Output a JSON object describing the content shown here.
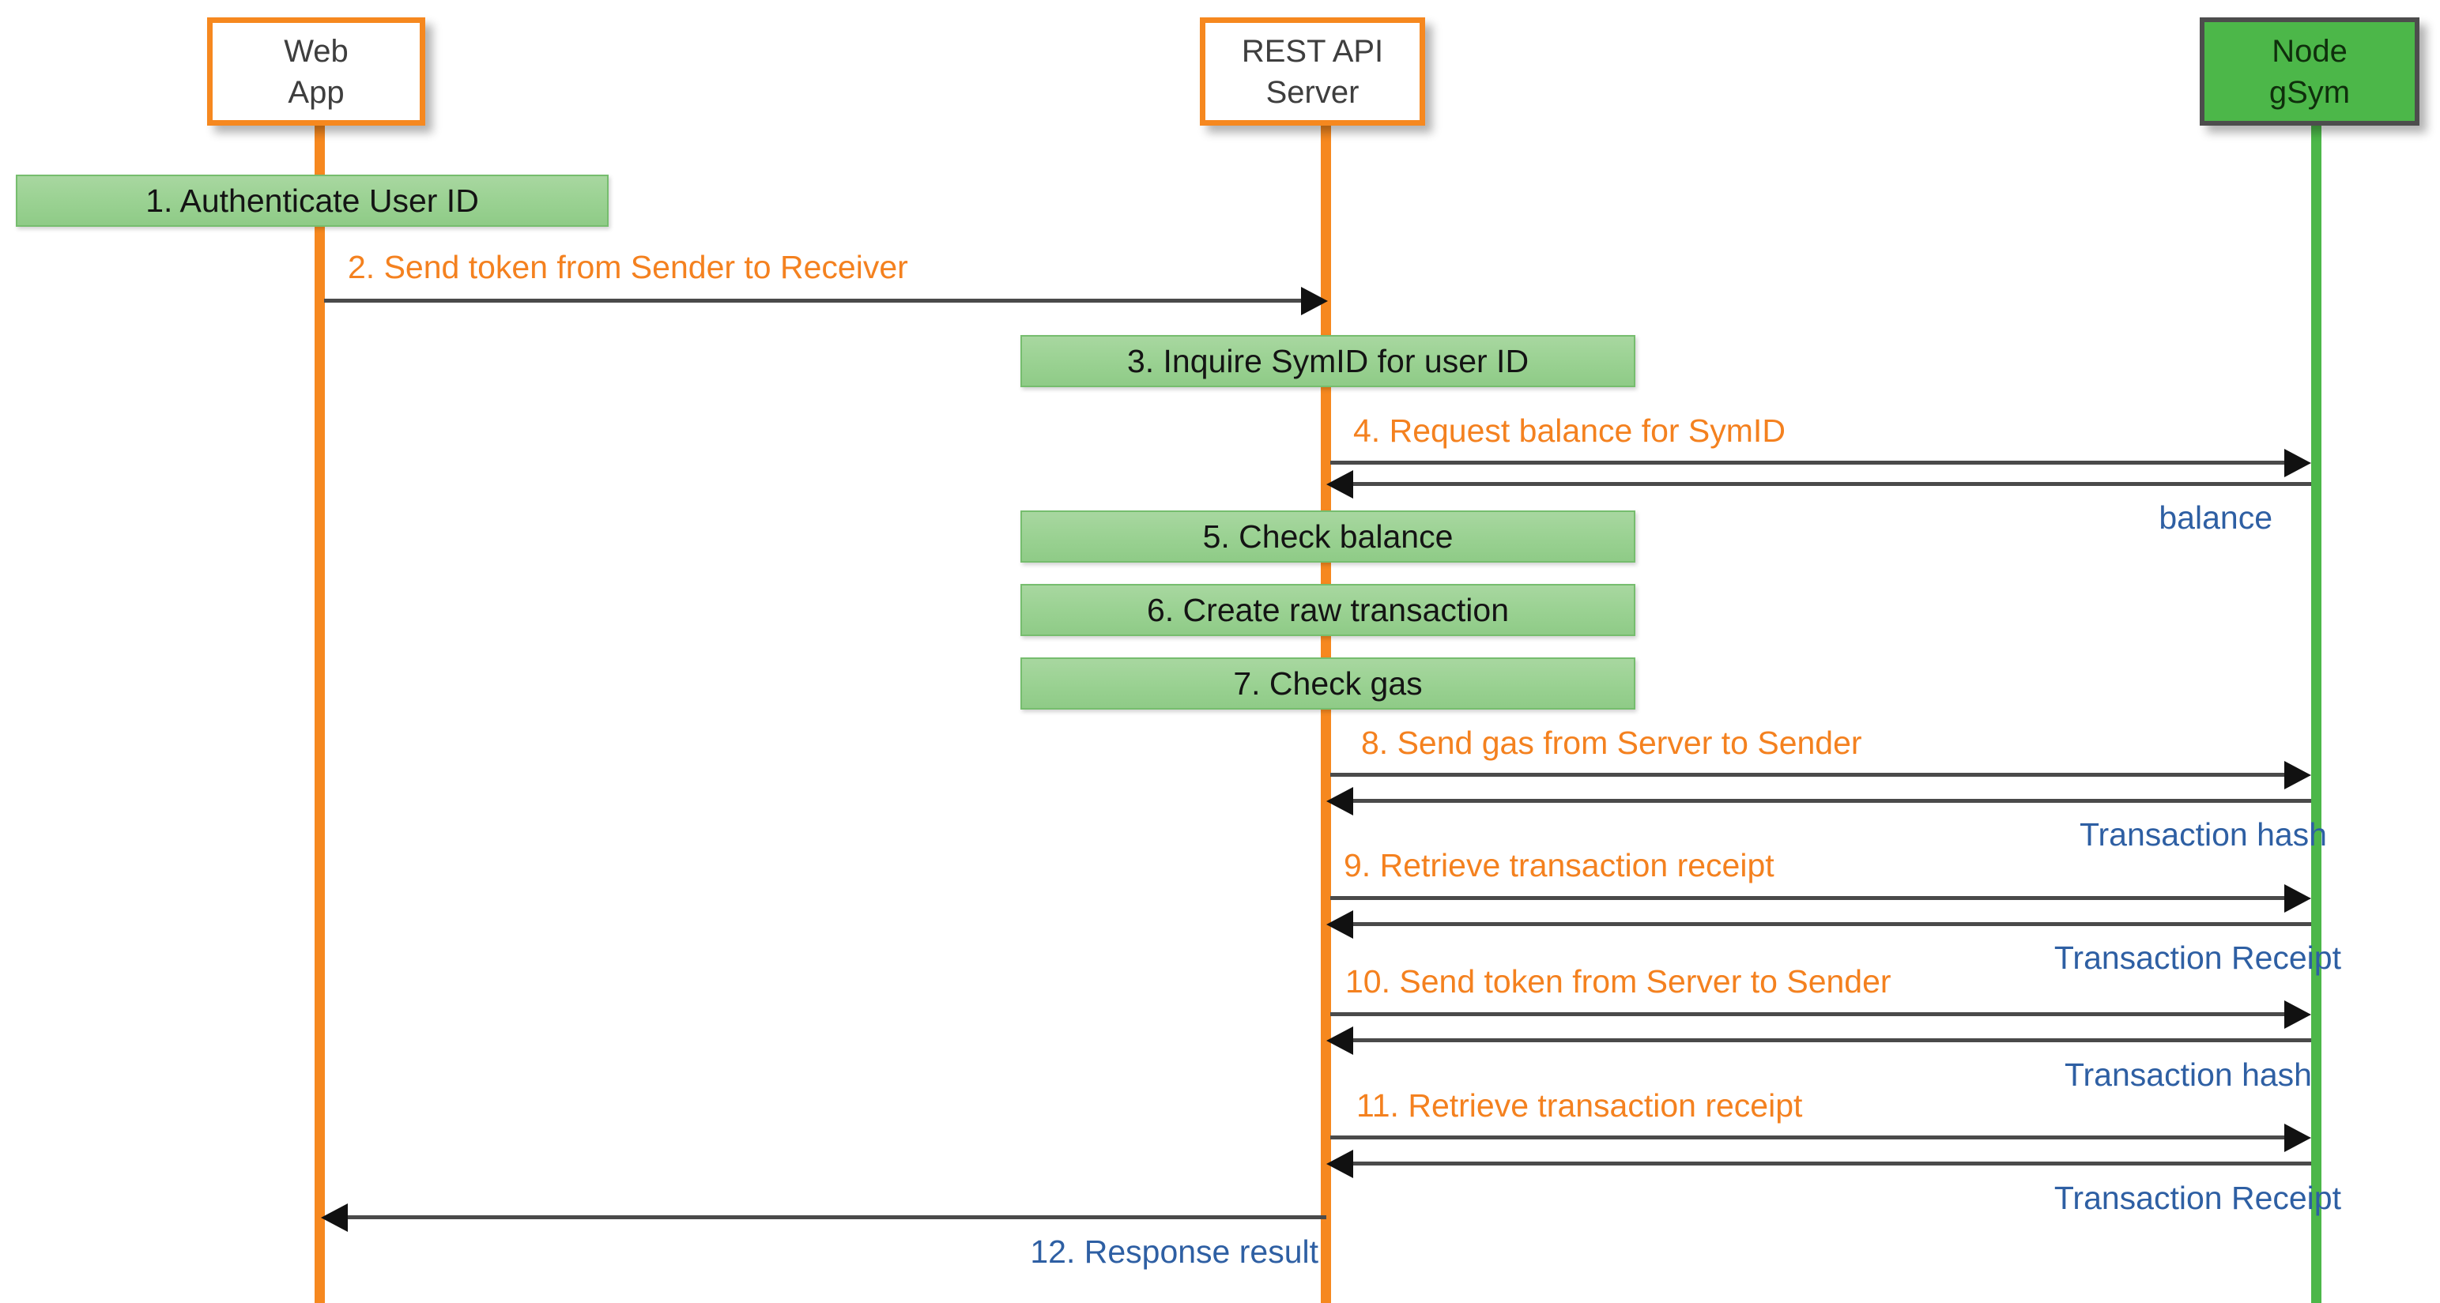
{
  "diagram": {
    "type": "uml-sequence-diagram",
    "title": "Token transfer sequence",
    "colors": {
      "orange": "#F6881F",
      "orange_text": "#F4811F",
      "green_lifeline": "#4CB749",
      "green_node_fill": "#4CB749",
      "action_fill": "#9BD293",
      "action_border": "#76BD6E",
      "blue_text": "#2E5FA3",
      "arrow": "#4A4A4A",
      "node_border": "#4D4D4D",
      "background": "#FFFFFF"
    }
  },
  "participants": [
    {
      "id": "web-app",
      "lines": [
        "Web",
        "App"
      ],
      "style": "orange"
    },
    {
      "id": "rest-api",
      "lines": [
        "REST API",
        "Server"
      ],
      "style": "orange"
    },
    {
      "id": "node-gsym",
      "lines": [
        "Node",
        "gSym"
      ],
      "style": "green"
    }
  ],
  "actions": [
    {
      "id": "a1",
      "label": "1. Authenticate User ID",
      "on": "web-app"
    },
    {
      "id": "a3",
      "label": "3. Inquire SymID for user ID",
      "on": "rest-api"
    },
    {
      "id": "a5",
      "label": "5. Check balance",
      "on": "rest-api"
    },
    {
      "id": "a6",
      "label": "6. Create raw transaction",
      "on": "rest-api"
    },
    {
      "id": "a7",
      "label": "7. Check gas",
      "on": "rest-api"
    }
  ],
  "messages": [
    {
      "id": "m2",
      "label": "2. Send token from Sender to Receiver",
      "from": "web-app",
      "to": "rest-api",
      "dir": "right",
      "color": "orange"
    },
    {
      "id": "m4",
      "label": "4. Request balance for SymID",
      "from": "rest-api",
      "to": "node-gsym",
      "dir": "right",
      "color": "orange"
    },
    {
      "id": "r4",
      "label": "balance",
      "from": "node-gsym",
      "to": "rest-api",
      "dir": "left",
      "color": "blue"
    },
    {
      "id": "m8",
      "label": "8. Send gas from Server to Sender",
      "from": "rest-api",
      "to": "node-gsym",
      "dir": "right",
      "color": "orange"
    },
    {
      "id": "r8",
      "label": "Transaction hash",
      "from": "node-gsym",
      "to": "rest-api",
      "dir": "left",
      "color": "blue"
    },
    {
      "id": "m9",
      "label": "9. Retrieve transaction receipt",
      "from": "rest-api",
      "to": "node-gsym",
      "dir": "right",
      "color": "orange"
    },
    {
      "id": "r9",
      "label": "Transaction Receipt",
      "from": "node-gsym",
      "to": "rest-api",
      "dir": "left",
      "color": "blue"
    },
    {
      "id": "m10",
      "label": "10. Send token from Server to Sender",
      "from": "rest-api",
      "to": "node-gsym",
      "dir": "right",
      "color": "orange"
    },
    {
      "id": "r10",
      "label": "Transaction hash",
      "from": "node-gsym",
      "to": "rest-api",
      "dir": "left",
      "color": "blue"
    },
    {
      "id": "m11",
      "label": "11. Retrieve transaction receipt",
      "from": "rest-api",
      "to": "node-gsym",
      "dir": "right",
      "color": "orange"
    },
    {
      "id": "r11",
      "label": "Transaction Receipt",
      "from": "node-gsym",
      "to": "rest-api",
      "dir": "left",
      "color": "blue"
    },
    {
      "id": "m12",
      "label": "12. Response result",
      "from": "rest-api",
      "to": "web-app",
      "dir": "left",
      "color": "blue"
    }
  ]
}
